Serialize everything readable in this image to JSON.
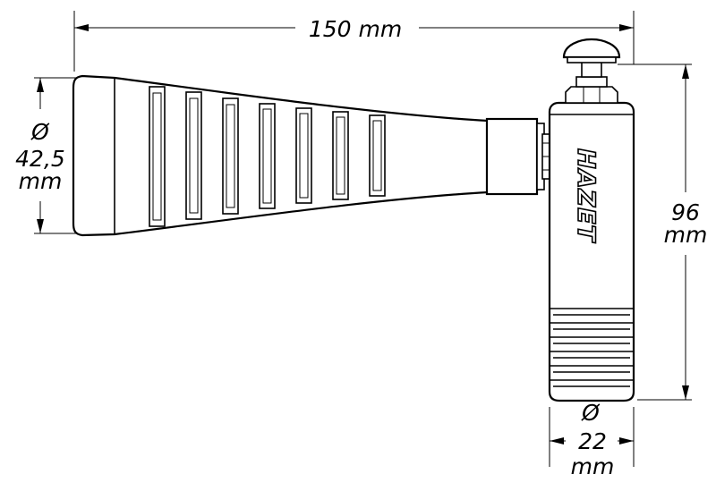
{
  "brand": "HAZET",
  "dimensions": {
    "length": {
      "value": "150 mm"
    },
    "face_diameter": {
      "symbol": "Ø",
      "value": "42,5",
      "unit": "mm"
    },
    "height": {
      "value": "96",
      "unit": "mm"
    },
    "base_diameter": {
      "symbol": "Ø",
      "value": "22",
      "unit": "mm"
    }
  }
}
